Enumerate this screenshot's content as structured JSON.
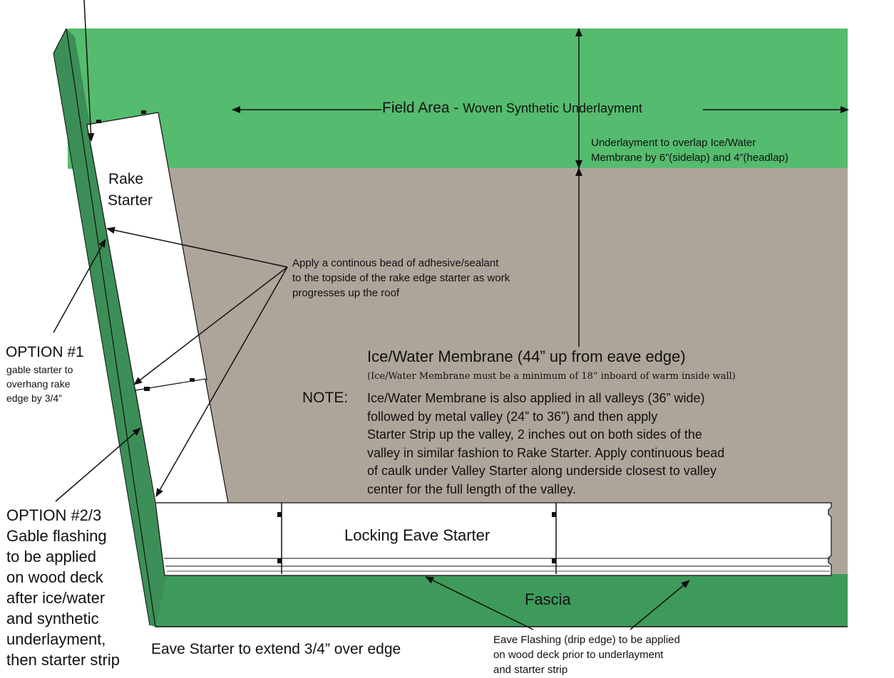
{
  "colors": {
    "field_green": "#55bb6e",
    "fascia_green": "#3e9a5a",
    "rake_side_green": "#3b8f56",
    "membrane_taupe": "#aea59a",
    "starter_white": "#ffffff",
    "line": "#111111"
  },
  "labels": {
    "field_area_main": "Field Area - ",
    "field_area_sub": "Woven Synthetic Underlayment",
    "overlap_line1": "Underlayment to overlap Ice/Water",
    "overlap_line2": "Membrane by 6”(sidelap) and 4”(headlap)",
    "rake_starter_line1": "Rake",
    "rake_starter_line2": "Starter",
    "adhesive_line1": "Apply a continous bead of adhesive/sealant",
    "adhesive_line2": "to the topside of the rake edge starter as work",
    "adhesive_line3": "progresses up the roof",
    "option1_title": "OPTION #1",
    "option1_line1": "gable starter to",
    "option1_line2": "overhang rake",
    "option1_line3": "edge by 3/4”",
    "membrane_title": "Ice/Water Membrane (44” up from eave edge)",
    "membrane_sub": "(Ice/Water Membrane must be a minimum of 18” inboard of warm inside wall)",
    "note_label": "NOTE:",
    "note_line1": "Ice/Water Membrane is also applied in all valleys (36” wide)",
    "note_line2": "followed by metal valley (24” to 36”) and then apply",
    "note_line3": "Starter Strip up the valley, 2 inches out on both sides of the",
    "note_line4": "valley in similar fashion to Rake Starter. Apply continuous bead",
    "note_line5": "of caulk under Valley Starter along underside closest to valley",
    "note_line6": "center for the full length of the valley.",
    "option23_line1": "OPTION #2/3",
    "option23_line2": "Gable flashing",
    "option23_line3": "to be applied",
    "option23_line4": "on wood deck",
    "option23_line5": "after ice/water",
    "option23_line6": "and synthetic",
    "option23_line7": "underlayment,",
    "option23_line8": "then starter strip",
    "locking_eave_starter": "Locking Eave Starter",
    "fascia": "Fascia",
    "eave_starter_extend": "Eave Starter to extend 3/4” over edge",
    "eave_flashing_line1": "Eave Flashing (drip edge) to be applied",
    "eave_flashing_line2": "on wood deck prior to underlayment",
    "eave_flashing_line3": "and starter strip"
  }
}
